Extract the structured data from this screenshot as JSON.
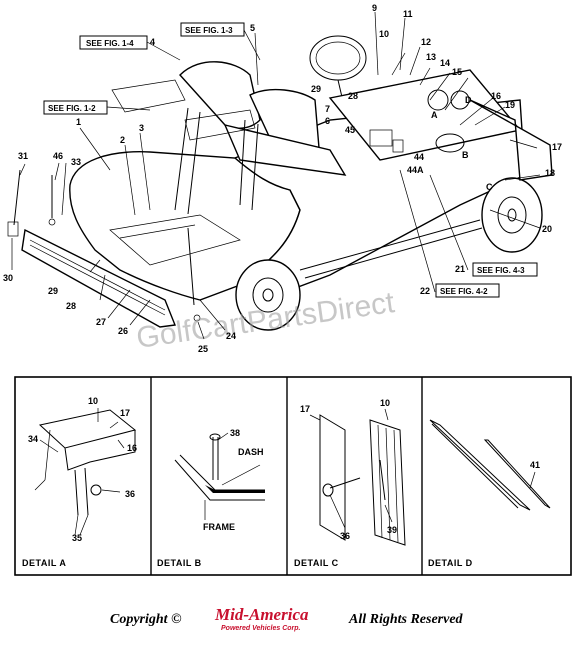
{
  "callouts": [
    {
      "id": "n1",
      "text": "1"
    },
    {
      "id": "n2",
      "text": "2"
    },
    {
      "id": "n3",
      "text": "3"
    },
    {
      "id": "n4",
      "text": "4"
    },
    {
      "id": "n5",
      "text": "5"
    },
    {
      "id": "n6",
      "text": "6"
    },
    {
      "id": "n7",
      "text": "7"
    },
    {
      "id": "n9",
      "text": "9"
    },
    {
      "id": "n10",
      "text": "10"
    },
    {
      "id": "n11",
      "text": "11"
    },
    {
      "id": "n12",
      "text": "12"
    },
    {
      "id": "n13",
      "text": "13"
    },
    {
      "id": "n14",
      "text": "14"
    },
    {
      "id": "n15",
      "text": "15"
    },
    {
      "id": "n16",
      "text": "16"
    },
    {
      "id": "n17",
      "text": "17"
    },
    {
      "id": "n18",
      "text": "18"
    },
    {
      "id": "n19",
      "text": "19"
    },
    {
      "id": "n20",
      "text": "20"
    },
    {
      "id": "n21",
      "text": "21"
    },
    {
      "id": "n22",
      "text": "22"
    },
    {
      "id": "n24",
      "text": "24"
    },
    {
      "id": "n25",
      "text": "25"
    },
    {
      "id": "n26",
      "text": "26"
    },
    {
      "id": "n27",
      "text": "27"
    },
    {
      "id": "n28a",
      "text": "28"
    },
    {
      "id": "n28b",
      "text": "28"
    },
    {
      "id": "n29a",
      "text": "29"
    },
    {
      "id": "n29b",
      "text": "29"
    },
    {
      "id": "n30",
      "text": "30"
    },
    {
      "id": "n31",
      "text": "31"
    },
    {
      "id": "n33",
      "text": "33"
    },
    {
      "id": "n44",
      "text": "44"
    },
    {
      "id": "n44a",
      "text": "44A"
    },
    {
      "id": "n45",
      "text": "45"
    },
    {
      "id": "n46",
      "text": "46"
    },
    {
      "id": "la",
      "text": "A"
    },
    {
      "id": "lb",
      "text": "B"
    },
    {
      "id": "lc",
      "text": "C"
    },
    {
      "id": "ld",
      "text": "D"
    }
  ],
  "figure_refs": {
    "fig14": "SEE FIG. 1-4",
    "fig13": "SEE FIG. 1-3",
    "fig12": "SEE FIG. 1-2",
    "fig43": "SEE FIG. 4-3",
    "fig42": "SEE FIG. 4-2"
  },
  "watermark": "GolfCartPartsDirect",
  "details": {
    "a": {
      "title": "DETAIL A",
      "labels": [
        "10",
        "17",
        "16",
        "34",
        "36",
        "35"
      ]
    },
    "b": {
      "title": "DETAIL B",
      "labels": [
        "38",
        "DASH",
        "FRAME"
      ]
    },
    "c": {
      "title": "DETAIL C",
      "labels": [
        "17",
        "10",
        "36",
        "39"
      ]
    },
    "d": {
      "title": "DETAIL D",
      "labels": [
        "41"
      ]
    }
  },
  "footer": {
    "copyright": "Copyright ©",
    "logo_main": "Mid-America",
    "logo_sub": "Powered Vehicles Corp.",
    "rights": "All Rights Reserved"
  }
}
